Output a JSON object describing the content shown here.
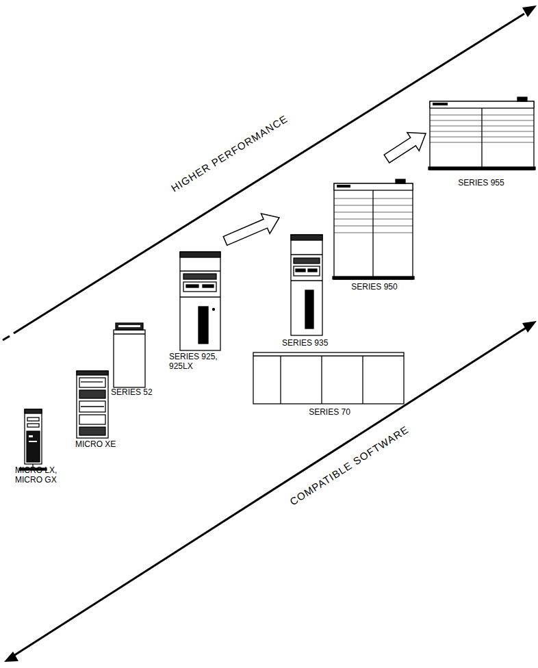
{
  "diagram": {
    "nodes": [
      {
        "text": [
          "MICRO LX, MICRO GX"
        ]
      },
      {
        "text": [
          "MICRO XE"
        ]
      },
      {
        "text": [
          "SERIES 52"
        ]
      },
      {
        "text": [
          "SERIES 925, 925LX"
        ]
      },
      {
        "text": [
          "SERIES 70"
        ]
      },
      {
        "text": [
          "SERIES 935"
        ]
      },
      {
        "text": [
          "SERIES 950"
        ]
      },
      {
        "text": [
          "SERIES 955"
        ]
      }
    ],
    "edges": [
      {
        "from": 3,
        "to": 5,
        "arrow": "to"
      },
      {
        "from": 6,
        "to": 7,
        "arrow": "to"
      }
    ],
    "labels": [
      "HIGHER PERFORMANCE",
      "COMPATIBLE SOFTWARE"
    ]
  }
}
